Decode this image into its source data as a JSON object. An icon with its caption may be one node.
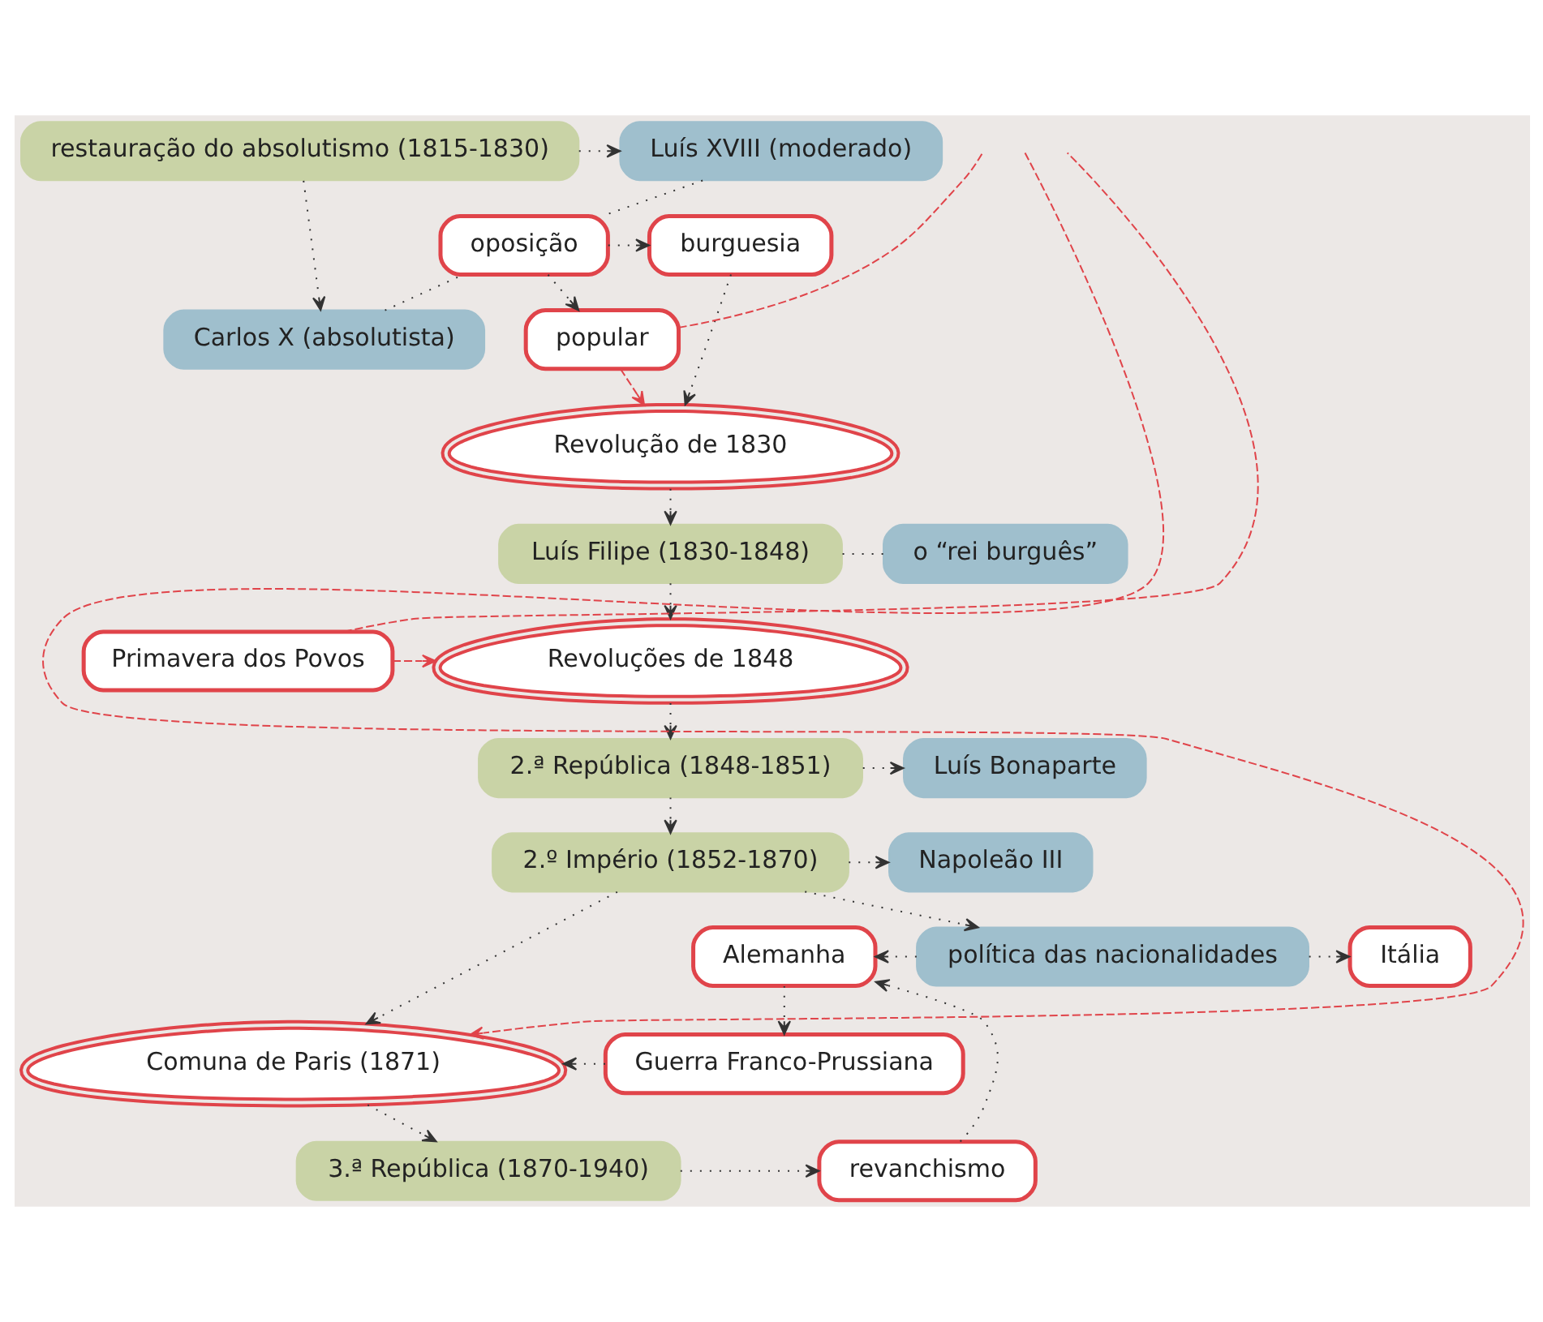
{
  "diagram": {
    "nodes": [
      {
        "text": [
          "restauração do absolutismo (1815-1830)"
        ]
      },
      {
        "text": [
          "Luís XVIII (moderado)"
        ]
      },
      {
        "text": [
          "oposição"
        ]
      },
      {
        "text": [
          "burguesia"
        ]
      },
      {
        "text": [
          "Carlos X (absolutista)"
        ]
      },
      {
        "text": [
          "popular"
        ]
      },
      {
        "text": [
          "Revolução de 1830"
        ]
      },
      {
        "text": [
          "Luís Filipe (1830-1848)"
        ]
      },
      {
        "text": [
          "o “rei burguês”"
        ]
      },
      {
        "text": [
          "Revoluções de 1848"
        ]
      },
      {
        "text": [
          "Primavera dos Povos"
        ]
      },
      {
        "text": [
          "2.ª República (1848-1851)"
        ]
      },
      {
        "text": [
          "Luís Bonaparte"
        ]
      },
      {
        "text": [
          "Napoleão III"
        ]
      },
      {
        "text": [
          "2.º Império (1852-1870)"
        ]
      },
      {
        "text": [
          "política das nacionalidades"
        ]
      },
      {
        "text": [
          "Itália"
        ]
      },
      {
        "text": [
          "Alemanha"
        ]
      },
      {
        "text": [
          "Comuna de Paris (1871)"
        ]
      },
      {
        "text": [
          "Guerra Franco-Prussiana"
        ]
      },
      {
        "text": [
          "3.ª República (1870-1940)"
        ]
      },
      {
        "text": [
          "revanchismo"
        ]
      }
    ],
    "edges": [
      {
        "from": 0,
        "to": 1,
        "arrow": "to"
      },
      {
        "from": 0,
        "to": 4,
        "arrow": "to"
      },
      {
        "from": 1,
        "to": 2,
        "arrow": "none"
      },
      {
        "from": 4,
        "to": 2,
        "arrow": "none"
      },
      {
        "from": 2,
        "to": 3,
        "arrow": "to"
      },
      {
        "from": 2,
        "to": 5,
        "arrow": "to"
      },
      {
        "from": 3,
        "to": 6,
        "arrow": "to"
      },
      {
        "from": 5,
        "to": 6,
        "arrow": "to",
        "style": "dashed",
        "color": "#e0444a"
      },
      {
        "from": 5,
        "to": null,
        "arrow": "none",
        "style": "dashed",
        "color": "#e0444a"
      },
      {
        "from": 6,
        "to": 7,
        "arrow": "to"
      },
      {
        "from": 7,
        "to": 8,
        "arrow": "none"
      },
      {
        "from": 7,
        "to": 9,
        "arrow": "to"
      },
      {
        "from": 10,
        "to": 9,
        "arrow": "to",
        "style": "dashed",
        "color": "#e0444a"
      },
      {
        "from": 10,
        "to": null,
        "arrow": "none",
        "style": "dashed",
        "color": "#e0444a"
      },
      {
        "from": 9,
        "to": 11,
        "arrow": "to"
      },
      {
        "from": 11,
        "to": 12,
        "arrow": "to"
      },
      {
        "from": 11,
        "to": 14,
        "arrow": "to"
      },
      {
        "from": 14,
        "to": 13,
        "arrow": "to"
      },
      {
        "from": 14,
        "to": 15,
        "arrow": "to"
      },
      {
        "from": 15,
        "to": 16,
        "arrow": "to"
      },
      {
        "from": 15,
        "to": 17,
        "arrow": "to"
      },
      {
        "from": 17,
        "to": 19,
        "arrow": "to"
      },
      {
        "from": 19,
        "to": 18,
        "arrow": "to"
      },
      {
        "from": null,
        "to": 18,
        "arrow": "to",
        "style": "dashed",
        "color": "#e0444a"
      },
      {
        "from": 14,
        "to": 18,
        "arrow": "to"
      },
      {
        "from": 18,
        "to": 20,
        "arrow": "to"
      },
      {
        "from": 20,
        "to": 21,
        "arrow": "to"
      },
      {
        "from": 21,
        "to": 17,
        "arrow": "to"
      }
    ]
  }
}
